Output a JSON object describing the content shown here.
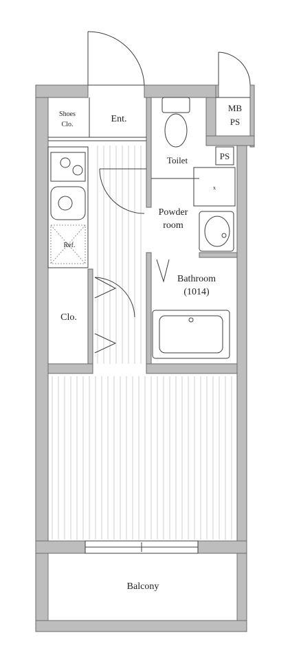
{
  "labels": {
    "shoes_closet_1": "Shoes",
    "shoes_closet_2": "Clo.",
    "entrance": "Ent.",
    "toilet": "Toilet",
    "meter_box": "MB",
    "pipe_space_1": "PS",
    "pipe_space_2": "PS",
    "powder_room_1": "Powder",
    "powder_room_2": "room",
    "refrigerator": "Ref.",
    "bathroom_1": "Bathroom",
    "bathroom_2": "(1014)",
    "closet": "Clo.",
    "balcony": "Balcony"
  },
  "colors": {
    "wall_fill": "#bdbdbd",
    "wall_stroke": "#6a6a6a",
    "line": "#3c3c3c",
    "floor_line": "#cfcfcf"
  }
}
